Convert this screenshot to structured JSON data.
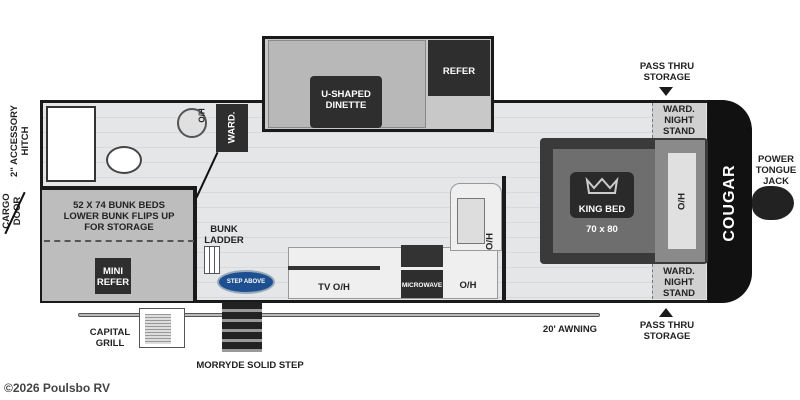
{
  "labels": {
    "accessory_hitch": "2\" ACCESSORY\nHITCH",
    "cargo_door": "CARGO\nDOOR",
    "bunk_beds": "52 X 74 BUNK BEDS\nLOWER BUNK FLIPS UP\nFOR STORAGE",
    "mini_refer": "MINI\nREFER",
    "bunk_ladder": "BUNK\nLADDER",
    "capital_grill": "CAPITAL\nGRILL",
    "morryde_step": "MORRYDE SOLID STEP",
    "bath_oh": "O/H",
    "ward_rear": "WARD.",
    "dinette": "U-SHAPED\nDINETTE",
    "refer": "REFER",
    "tv_oh": "TV O/H",
    "microwave": "MICROWAVE",
    "kitchen_oh": "O/H",
    "sink_oh": "O/H",
    "awning": "20' AWNING",
    "pass_thru_top": "PASS THRU\nSTORAGE",
    "pass_thru_bottom": "PASS THRU\nSTORAGE",
    "ward_night_top": "WARD.\nNIGHT\nSTAND",
    "ward_night_bottom": "WARD.\nNIGHT\nSTAND",
    "king_bed": "KING BED",
    "bed_size": "70 x 80",
    "bed_oh": "O/H",
    "power_jack": "POWER\nTONGUE\nJACK",
    "brand": "COUGAR",
    "step_logo": "STEP ABOVE"
  },
  "watermark": "©2026 Poulsbo RV",
  "colors": {
    "outline": "#1a1a1a",
    "floor": "#e4e6e8",
    "dark": "#333333",
    "gray": "#bdbdbd"
  }
}
